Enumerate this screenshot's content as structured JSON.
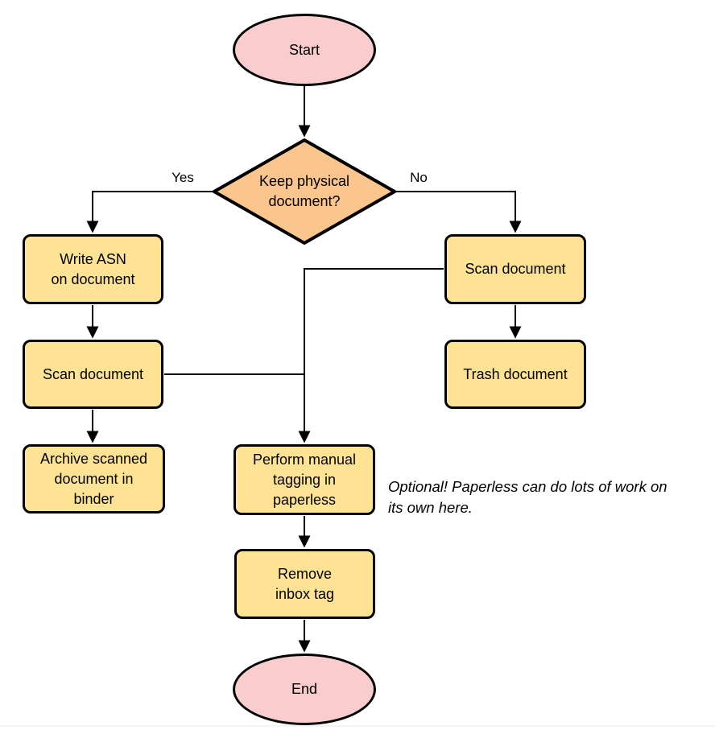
{
  "colors": {
    "background": "#ffffff",
    "stroke": "#000000",
    "terminal_fill": "#f9cdcd",
    "decision_fill": "#fac68d",
    "process_fill": "#ffe394"
  },
  "diagram": {
    "nodes": {
      "start": {
        "type": "terminal",
        "label": "Start"
      },
      "decision": {
        "type": "decision",
        "label": "Keep physical\ndocument?"
      },
      "write_asn": {
        "type": "process",
        "label": "Write ASN\non document"
      },
      "scan_left": {
        "type": "process",
        "label": "Scan document"
      },
      "archive": {
        "type": "process",
        "label": "Archive scanned\ndocument in\nbinder"
      },
      "scan_right": {
        "type": "process",
        "label": "Scan document"
      },
      "trash": {
        "type": "process",
        "label": "Trash document"
      },
      "tagging": {
        "type": "process",
        "label": "Perform manual\ntagging in\npaperless"
      },
      "remove_inbox": {
        "type": "process",
        "label": "Remove\ninbox tag"
      },
      "end": {
        "type": "terminal",
        "label": "End"
      }
    },
    "edge_labels": {
      "yes": "Yes",
      "no": "No"
    },
    "annotation": "Optional! Paperless can do lots of work on\nits own here."
  }
}
